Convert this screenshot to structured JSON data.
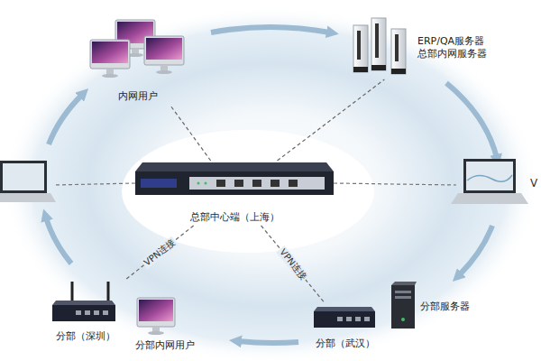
{
  "diagram": {
    "nodes": [
      {
        "text": [
          "内网用户"
        ]
      },
      {
        "text": [
          "ERP/QA服务器",
          "总部内网服务器"
        ]
      },
      {
        "text": [
          "总部中心端（上海）"
        ]
      },
      {
        "text": [
          "分部（深圳）"
        ]
      },
      {
        "text": [
          "分部内网用户"
        ]
      },
      {
        "text": [
          "分部（武汉）"
        ]
      },
      {
        "text": [
          "分部服务器"
        ]
      }
    ],
    "edges": [
      {
        "from": 2,
        "to": 0,
        "arrow": "none"
      },
      {
        "from": 2,
        "to": 1,
        "arrow": "none"
      },
      {
        "from": 2,
        "to": 3,
        "label": "VPN连接",
        "arrow": "none"
      },
      {
        "from": 2,
        "to": 5,
        "label": "VPN连接",
        "arrow": "none"
      }
    ],
    "labels": [
      "V"
    ]
  }
}
